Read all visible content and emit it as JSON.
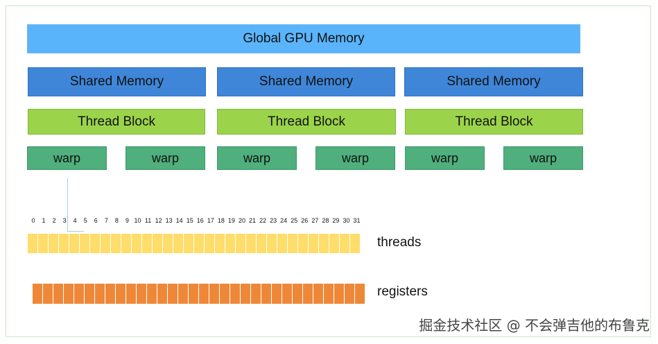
{
  "global_memory": {
    "label": "Global GPU Memory"
  },
  "shared_memories": [
    {
      "label": "Shared Memory"
    },
    {
      "label": "Shared Memory"
    },
    {
      "label": "Shared Memory"
    }
  ],
  "thread_blocks": [
    {
      "label": "Thread Block"
    },
    {
      "label": "Thread Block"
    },
    {
      "label": "Thread Block"
    }
  ],
  "warps": [
    {
      "label": "warp"
    },
    {
      "label": "warp"
    },
    {
      "label": "warp"
    },
    {
      "label": "warp"
    },
    {
      "label": "warp"
    },
    {
      "label": "warp"
    }
  ],
  "thread_indices": [
    "0",
    "1",
    "2",
    "3",
    "4",
    "5",
    "6",
    "7",
    "8",
    "9",
    "10",
    "11",
    "12",
    "13",
    "14",
    "15",
    "16",
    "17",
    "18",
    "19",
    "20",
    "21",
    "22",
    "23",
    "24",
    "25",
    "26",
    "27",
    "28",
    "29",
    "30",
    "31"
  ],
  "threads_label": "threads",
  "registers_label": "registers",
  "watermark": "掘金技术社区 @ 不会弹吉他的布鲁克",
  "colors": {
    "global": "#5ab4fb",
    "shared": "#3f86d8",
    "block": "#9bd44a",
    "warp": "#4faf7d",
    "thread_cell": "#fedd6a",
    "register_cell": "#ee8838"
  }
}
